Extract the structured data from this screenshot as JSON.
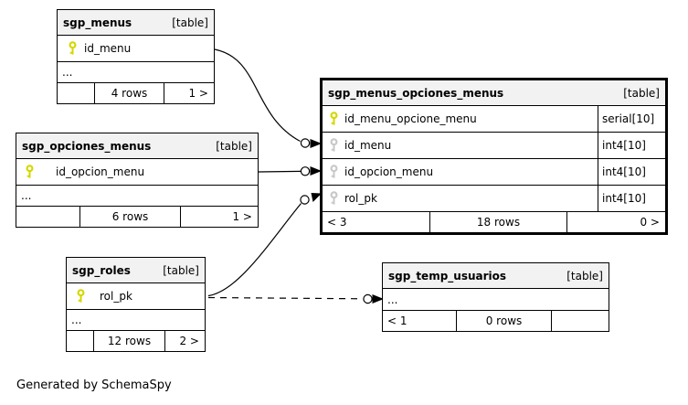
{
  "footer_note": "Generated by SchemaSpy",
  "colors": {
    "primary_key": "#d6d600",
    "foreign_key": "#c8c8c8",
    "header_bg": "#f2f2f2",
    "line": "#000000"
  },
  "tables": {
    "sgp_menus": {
      "title": "sgp_menus",
      "tag": "[table]",
      "columns": [
        {
          "name": "id_menu",
          "key": "primary"
        }
      ],
      "truncated": "...",
      "stats": {
        "left": "",
        "center": "4 rows",
        "right": "1 >"
      }
    },
    "sgp_opciones_menus": {
      "title": "sgp_opciones_menus",
      "tag": "[table]",
      "columns": [
        {
          "name": "id_opcion_menu",
          "key": "primary"
        }
      ],
      "truncated": "...",
      "stats": {
        "left": "",
        "center": "6 rows",
        "right": "1 >"
      }
    },
    "sgp_menus_opciones_menus": {
      "title": "sgp_menus_opciones_menus",
      "tag": "[table]",
      "columns": [
        {
          "name": "id_menu_opcione_menu",
          "type": "serial[10]",
          "key": "primary"
        },
        {
          "name": "id_menu",
          "type": "int4[10]",
          "key": "foreign"
        },
        {
          "name": "id_opcion_menu",
          "type": "int4[10]",
          "key": "foreign"
        },
        {
          "name": "rol_pk",
          "type": "int4[10]",
          "key": "foreign"
        }
      ],
      "stats": {
        "left": "< 3",
        "center": "18 rows",
        "right": "0 >"
      }
    },
    "sgp_roles": {
      "title": "sgp_roles",
      "tag": "[table]",
      "columns": [
        {
          "name": "rol_pk",
          "key": "primary"
        }
      ],
      "truncated": "...",
      "stats": {
        "left": "",
        "center": "12 rows",
        "right": "2 >"
      }
    },
    "sgp_temp_usuarios": {
      "title": "sgp_temp_usuarios",
      "tag": "[table]",
      "truncated": "...",
      "stats": {
        "left": "< 1",
        "center": "0 rows",
        "right": ""
      }
    }
  },
  "relationships": [
    {
      "from": "sgp_menus.id_menu",
      "to": "sgp_menus_opciones_menus.id_menu",
      "line": "solid"
    },
    {
      "from": "sgp_opciones_menus.id_opcion_menu",
      "to": "sgp_menus_opciones_menus.id_opcion_menu",
      "line": "solid"
    },
    {
      "from": "sgp_roles.rol_pk",
      "to": "sgp_menus_opciones_menus.rol_pk",
      "line": "solid"
    },
    {
      "from": "sgp_roles.rol_pk",
      "to": "sgp_temp_usuarios",
      "line": "dashed"
    }
  ]
}
